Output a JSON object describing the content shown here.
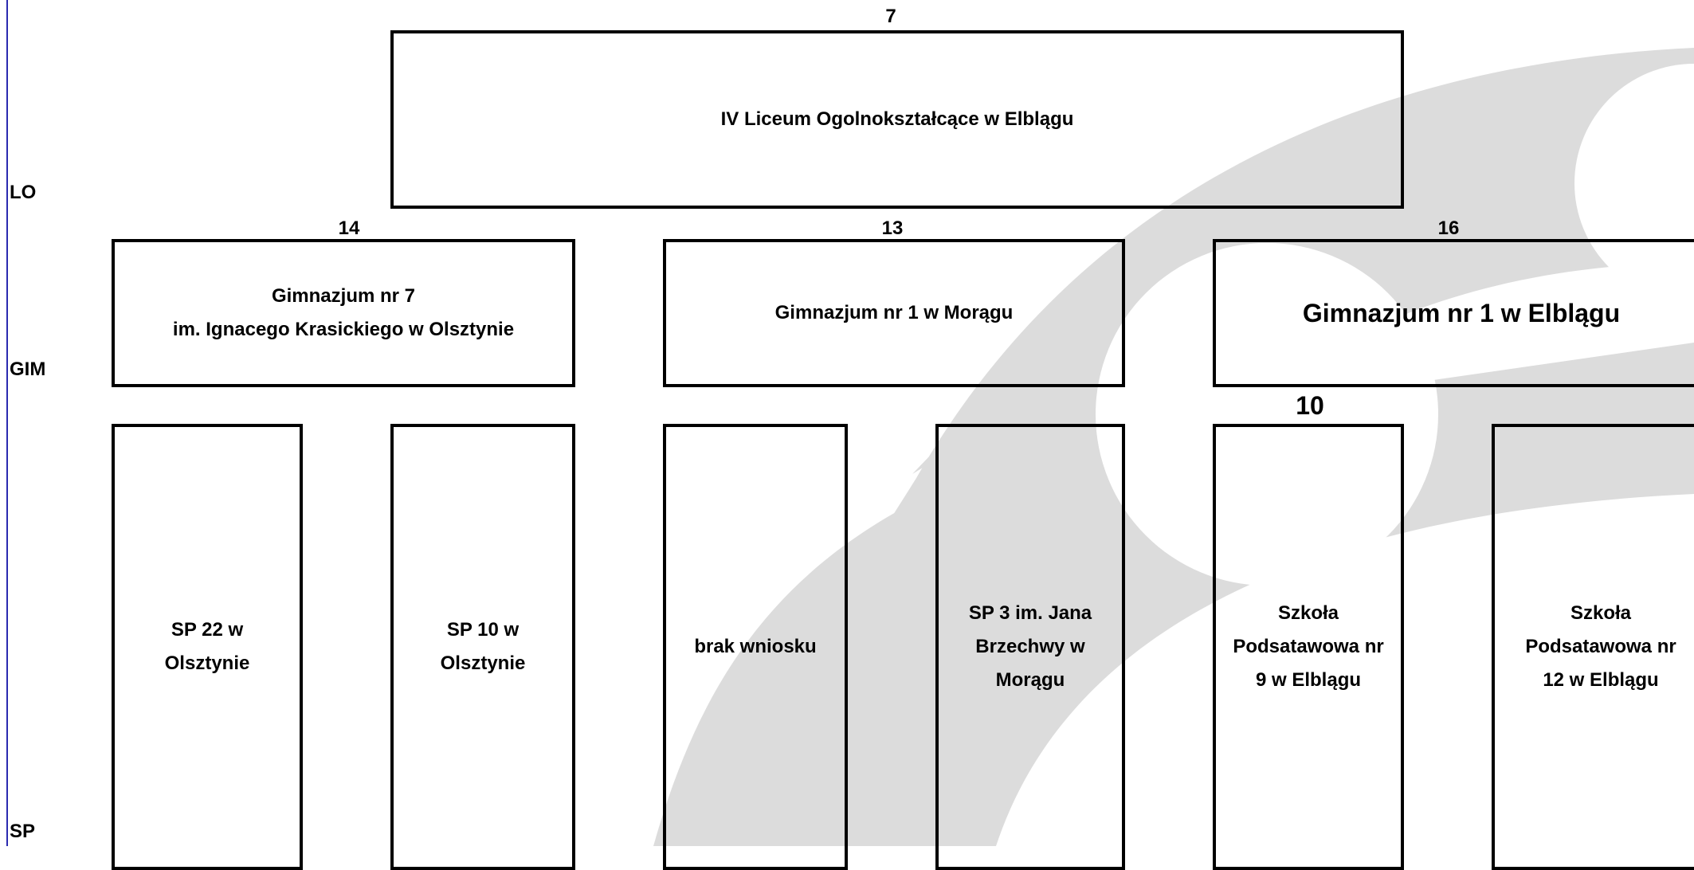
{
  "colors": {
    "watermark": "#dcdcdc",
    "rule": "#2b2bb0",
    "border": "#000000"
  },
  "levels": {
    "lo": "LO",
    "gim": "GIM",
    "sp": "SP"
  },
  "lo": {
    "count": "7",
    "name": "IV Liceum Ogolnokształcące w Elblągu"
  },
  "gim": [
    {
      "count": "14",
      "name": "Gimnazjum nr 7\nim. Ignacego Krasickiego w Olsztynie"
    },
    {
      "count": "13",
      "name": "Gimnazjum nr 1 w Morągu"
    },
    {
      "count": "16",
      "name": "Gimnazjum  nr 1 w Elblągu"
    }
  ],
  "sp": [
    {
      "name": "SP 22 w\nOlsztynie"
    },
    {
      "name": "SP 10 w\nOlsztynie"
    },
    {
      "name": "brak wniosku"
    },
    {
      "name": "SP 3 im. Jana\nBrzechwy w\nMorągu"
    },
    {
      "count": "10",
      "name": "Szkoła\nPodsatawowa nr\n9 w Elblągu"
    },
    {
      "name": "Szkoła\nPodsatawowa nr\n12 w Elblągu"
    }
  ]
}
